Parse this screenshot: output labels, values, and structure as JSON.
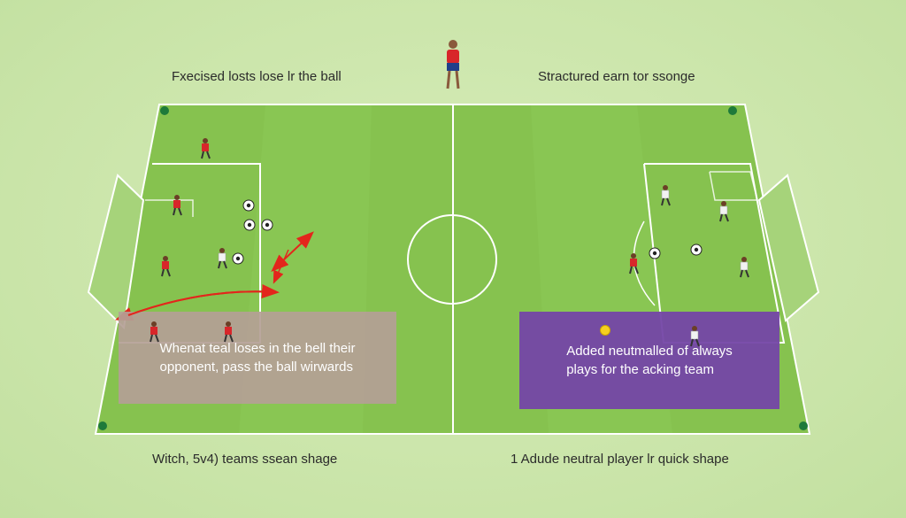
{
  "captions": {
    "top_left": "Fxecised losts lose lr the ball",
    "top_right": "Stractured earn tor ssonge",
    "bottom_left": "Witch, 5v4) teams ssean shage",
    "bottom_right": "1 Adude neutral player lr quick shape"
  },
  "boxes": {
    "left": "Whenat teal loses in the bell their\nopponent, pass the ball wirwards",
    "right": "Added neutmalled of always\nplays for the acking team"
  },
  "colors": {
    "pitch": "#86c24f",
    "lines": "#ffffff",
    "team_red": "#d8262a",
    "team_white": "#f2f2f2",
    "arrow": "#e3261c",
    "neutral_ball": "#f5d020",
    "box_left": "#b4a096",
    "box_right": "#7446a6"
  },
  "icons": [
    "player-icon",
    "ball-icon",
    "arrow-icon",
    "cone-icon"
  ]
}
